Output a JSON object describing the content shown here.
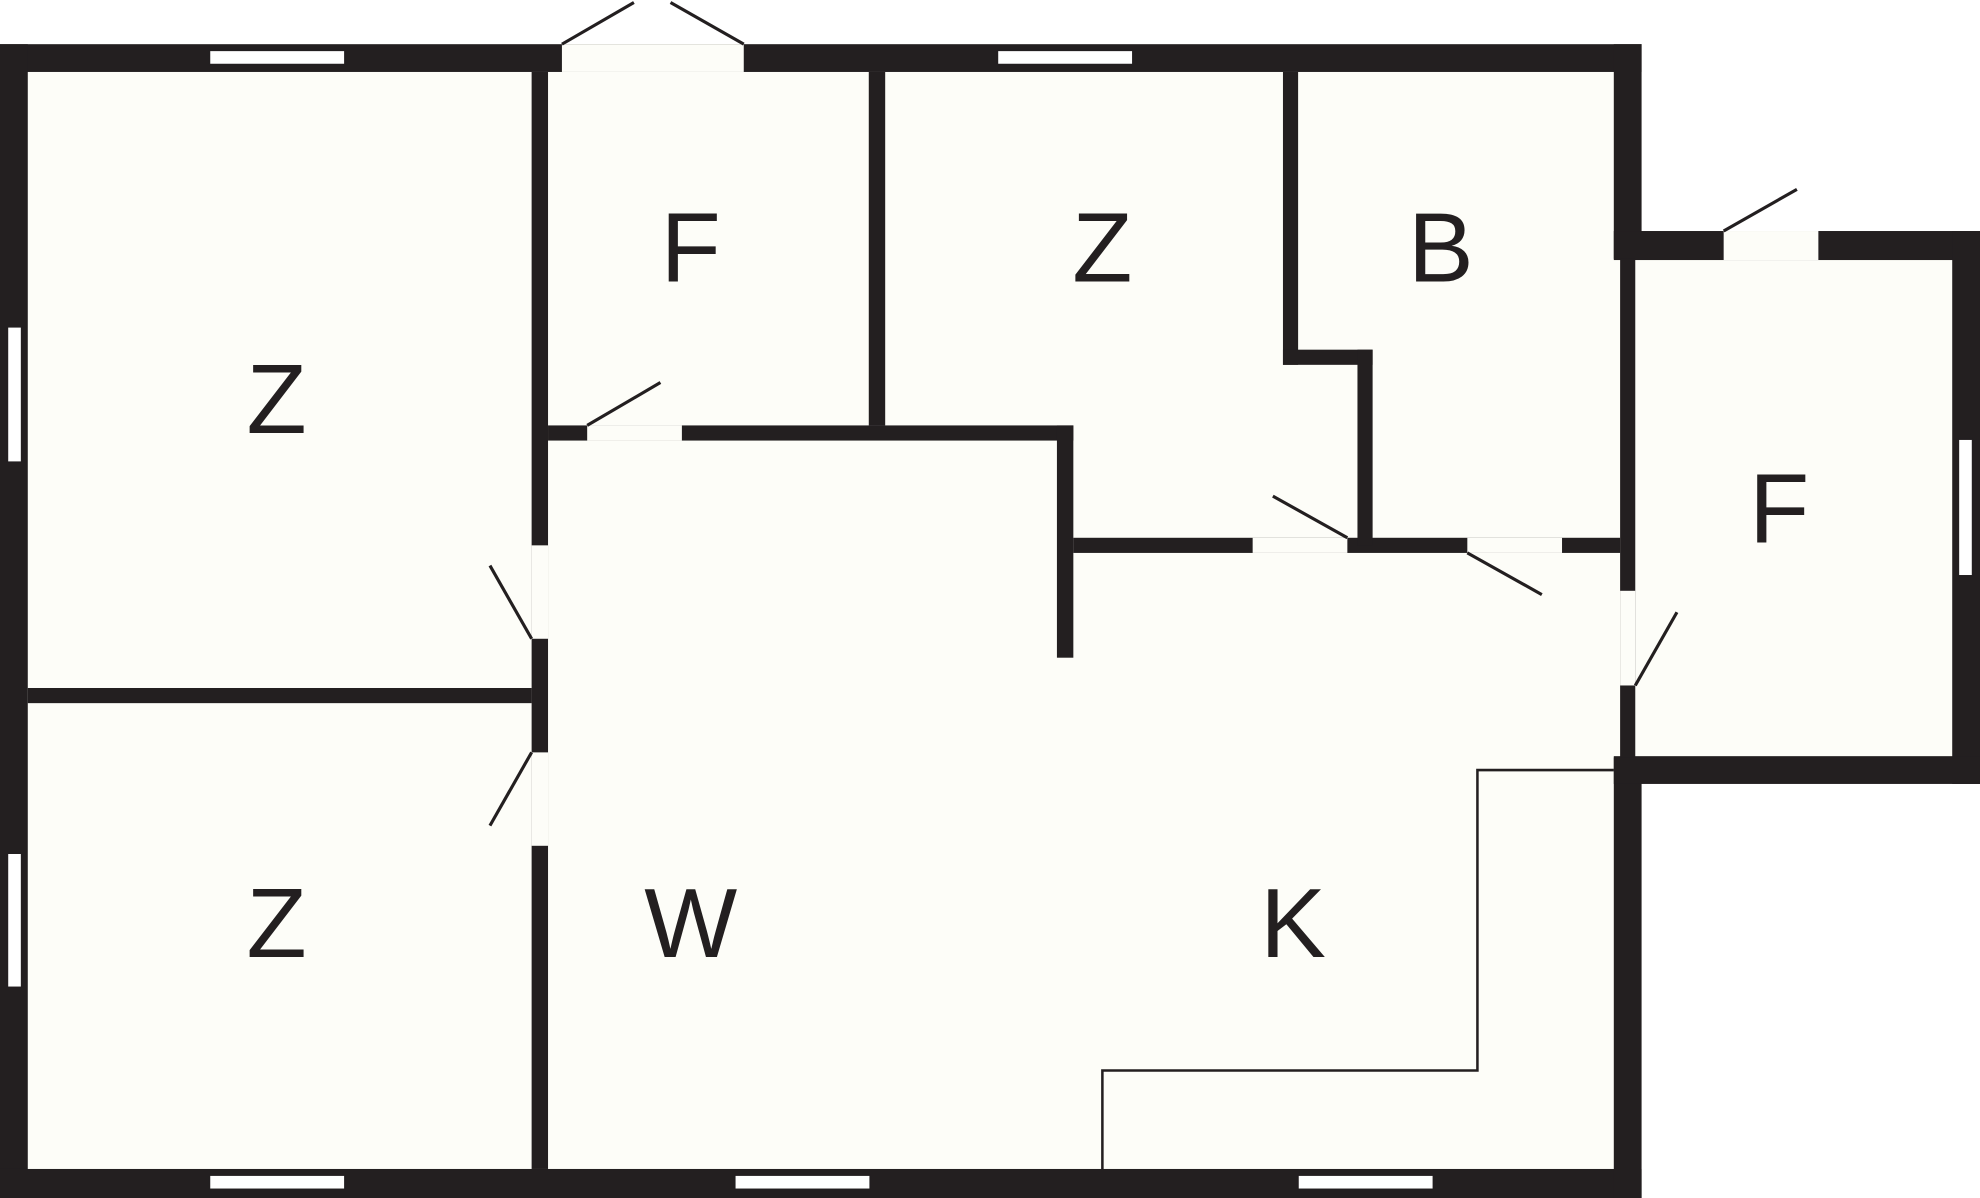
{
  "floorplan": {
    "rooms": [
      {
        "id": "room-1",
        "label": "Z"
      },
      {
        "id": "room-2",
        "label": "F"
      },
      {
        "id": "room-3",
        "label": "Z"
      },
      {
        "id": "room-4",
        "label": "B"
      },
      {
        "id": "room-5",
        "label": "F"
      },
      {
        "id": "room-6",
        "label": "Z"
      },
      {
        "id": "room-7",
        "label": "W"
      },
      {
        "id": "room-8",
        "label": "K"
      }
    ],
    "colors": {
      "wall": "#231f20",
      "floor": "#fdfdf8"
    }
  }
}
